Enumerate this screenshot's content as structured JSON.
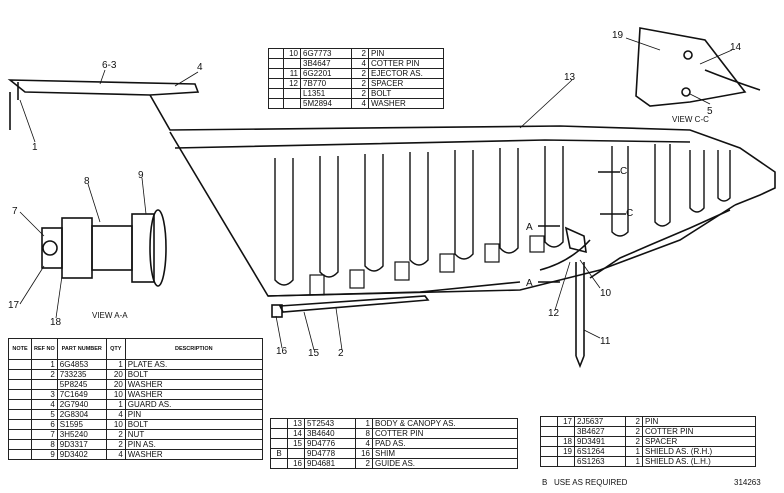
{
  "drawing_number": "314263",
  "view_labels": {
    "view_aa": "VIEW A-A",
    "view_cc": "VIEW C-C"
  },
  "section_markers": {
    "a1": "A",
    "a2": "A",
    "c1": "C",
    "c2": "C"
  },
  "callouts": [
    "1",
    "2",
    "3",
    "4",
    "5",
    "6",
    "7",
    "8",
    "9",
    "10",
    "11",
    "12",
    "13",
    "14",
    "15",
    "16",
    "17",
    "18",
    "19"
  ],
  "callout_63": "6-3",
  "parts_list_left": {
    "headers": [
      "NOTE",
      "REF NO",
      "PART NUMBER",
      "QTY",
      "DESCRIPTION"
    ],
    "rows": [
      {
        "note": "",
        "ref": "1",
        "part": "6G4853",
        "qty": "1",
        "desc": "PLATE AS."
      },
      {
        "note": "",
        "ref": "2",
        "part": "733235",
        "qty": "20",
        "desc": "BOLT"
      },
      {
        "note": "",
        "ref": "",
        "part": "5P8245",
        "qty": "20",
        "desc": "WASHER"
      },
      {
        "note": "",
        "ref": "3",
        "part": "7C1649",
        "qty": "10",
        "desc": "WASHER"
      },
      {
        "note": "",
        "ref": "4",
        "part": "2G7940",
        "qty": "1",
        "desc": "GUARD AS."
      },
      {
        "note": "",
        "ref": "5",
        "part": "2G8304",
        "qty": "4",
        "desc": "PIN"
      },
      {
        "note": "",
        "ref": "6",
        "part": "S1595",
        "qty": "10",
        "desc": "BOLT"
      },
      {
        "note": "",
        "ref": "7",
        "part": "3H5240",
        "qty": "2",
        "desc": "NUT"
      },
      {
        "note": "",
        "ref": "8",
        "part": "9D3317",
        "qty": "2",
        "desc": "PIN AS."
      },
      {
        "note": "",
        "ref": "9",
        "part": "9D3402",
        "qty": "4",
        "desc": "WASHER"
      }
    ]
  },
  "parts_list_top": {
    "rows": [
      {
        "note": "",
        "ref": "10",
        "part": "6G7773",
        "qty": "2",
        "desc": "PIN"
      },
      {
        "note": "",
        "ref": "",
        "part": "3B4647",
        "qty": "4",
        "desc": "COTTER PIN"
      },
      {
        "note": "",
        "ref": "11",
        "part": "6G2201",
        "qty": "2",
        "desc": "EJECTOR AS."
      },
      {
        "note": "",
        "ref": "12",
        "part": "7B770",
        "qty": "2",
        "desc": "SPACER"
      },
      {
        "note": "",
        "ref": "",
        "part": "L1351",
        "qty": "2",
        "desc": "BOLT"
      },
      {
        "note": "",
        "ref": "",
        "part": "5M2894",
        "qty": "4",
        "desc": "WASHER"
      }
    ]
  },
  "parts_list_middle": {
    "rows": [
      {
        "note": "",
        "ref": "13",
        "part": "5T2543",
        "qty": "1",
        "desc": "BODY & CANOPY AS."
      },
      {
        "note": "",
        "ref": "14",
        "part": "3B4640",
        "qty": "8",
        "desc": "COTTER PIN"
      },
      {
        "note": "",
        "ref": "15",
        "part": "9D4776",
        "qty": "4",
        "desc": "PAD AS."
      },
      {
        "note": "B",
        "ref": "",
        "part": "9D4778",
        "qty": "16",
        "desc": "SHIM"
      },
      {
        "note": "",
        "ref": "16",
        "part": "9D4681",
        "qty": "2",
        "desc": "GUIDE AS."
      }
    ]
  },
  "parts_list_right": {
    "rows": [
      {
        "note": "",
        "ref": "17",
        "part": "2J5637",
        "qty": "2",
        "desc": "PIN"
      },
      {
        "note": "",
        "ref": "",
        "part": "3B4627",
        "qty": "2",
        "desc": "COTTER PIN"
      },
      {
        "note": "",
        "ref": "18",
        "part": "9D3491",
        "qty": "2",
        "desc": "SPACER"
      },
      {
        "note": "",
        "ref": "19",
        "part": "6S1264",
        "qty": "1",
        "desc": "SHIELD AS. (R.H.)"
      },
      {
        "note": "",
        "ref": "",
        "part": "6S1263",
        "qty": "1",
        "desc": "SHIELD AS. (L.H.)"
      }
    ]
  },
  "footnote": {
    "mark": "B",
    "text": "USE AS REQUIRED"
  }
}
